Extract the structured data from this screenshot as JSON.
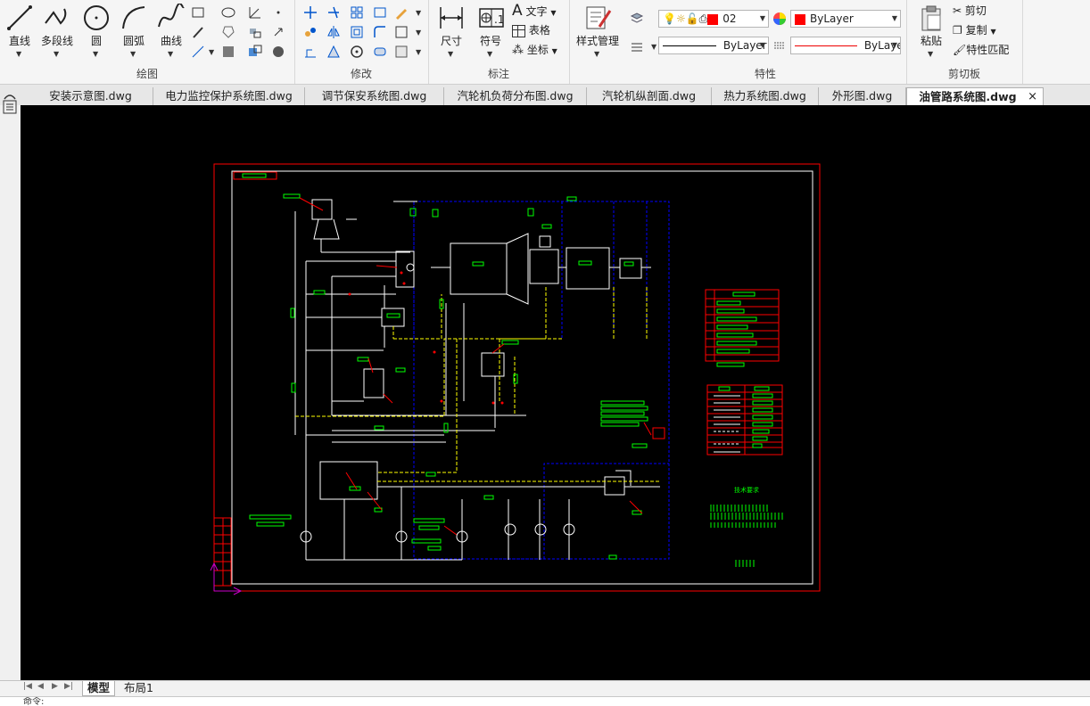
{
  "ribbon": {
    "draw": {
      "label": "绘图",
      "line": "直线",
      "polyline": "多段线",
      "circle": "圆",
      "arc": "圆弧",
      "curve": "曲线"
    },
    "modify": {
      "label": "修改"
    },
    "annotate": {
      "label": "标注",
      "dimension": "尺寸",
      "symbol": "符号",
      "text": "文字",
      "table": "表格",
      "coordinate": "坐标"
    },
    "style": {
      "label": "样式管理"
    },
    "properties": {
      "label": "特性",
      "layer_value": "02",
      "color_value": "ByLayer",
      "linetype_value": "ByLayer",
      "lineweight_value": "ByLaye"
    },
    "clipboard": {
      "label": "剪切板",
      "paste": "粘贴",
      "cut": "剪切",
      "copy": "复制",
      "match": "特性匹配"
    }
  },
  "document_tabs": [
    "安装示意图.dwg",
    "电力监控保护系统图.dwg",
    "调节保安系统图.dwg",
    "汽轮机负荷分布图.dwg",
    "汽轮机纵剖面.dwg",
    "热力系统图.dwg",
    "外形图.dwg",
    "油管路系统图.dwg"
  ],
  "active_tab_index": 7,
  "close_symbol": "×",
  "layout_tabs": [
    "模型",
    "布局1"
  ],
  "active_layout": "模型",
  "command_line": "命令:",
  "drawing": {
    "tech_title": "技术要求",
    "colors": {
      "background": "#000000",
      "frame": "#ff0000",
      "border": "#ffffff",
      "oil_line": "#ffff00",
      "boundary": "#0000ff",
      "label": "#00ff00",
      "leader": "#ff0000",
      "ucs": "#cc00cc"
    }
  }
}
